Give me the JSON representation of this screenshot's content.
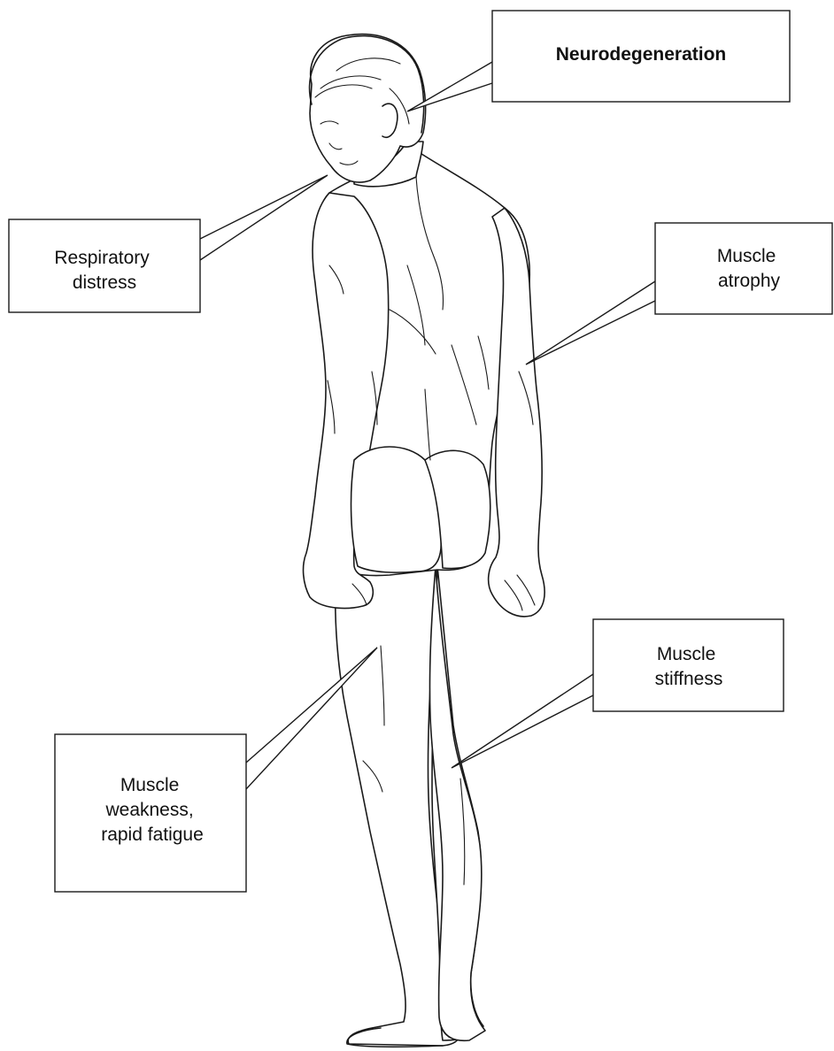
{
  "labels": {
    "neurodegeneration": [
      "Neurodegeneration"
    ],
    "respiratory": [
      "Respiratory",
      "distress"
    ],
    "atrophy": [
      "Muscle",
      "atrophy"
    ],
    "stiffness": [
      "Muscle",
      "stiffness"
    ],
    "weakness": [
      "Muscle",
      "weakness,",
      "rapid fatigue"
    ]
  },
  "colors": {
    "line": "#1a1a1a",
    "background": "#ffffff"
  }
}
